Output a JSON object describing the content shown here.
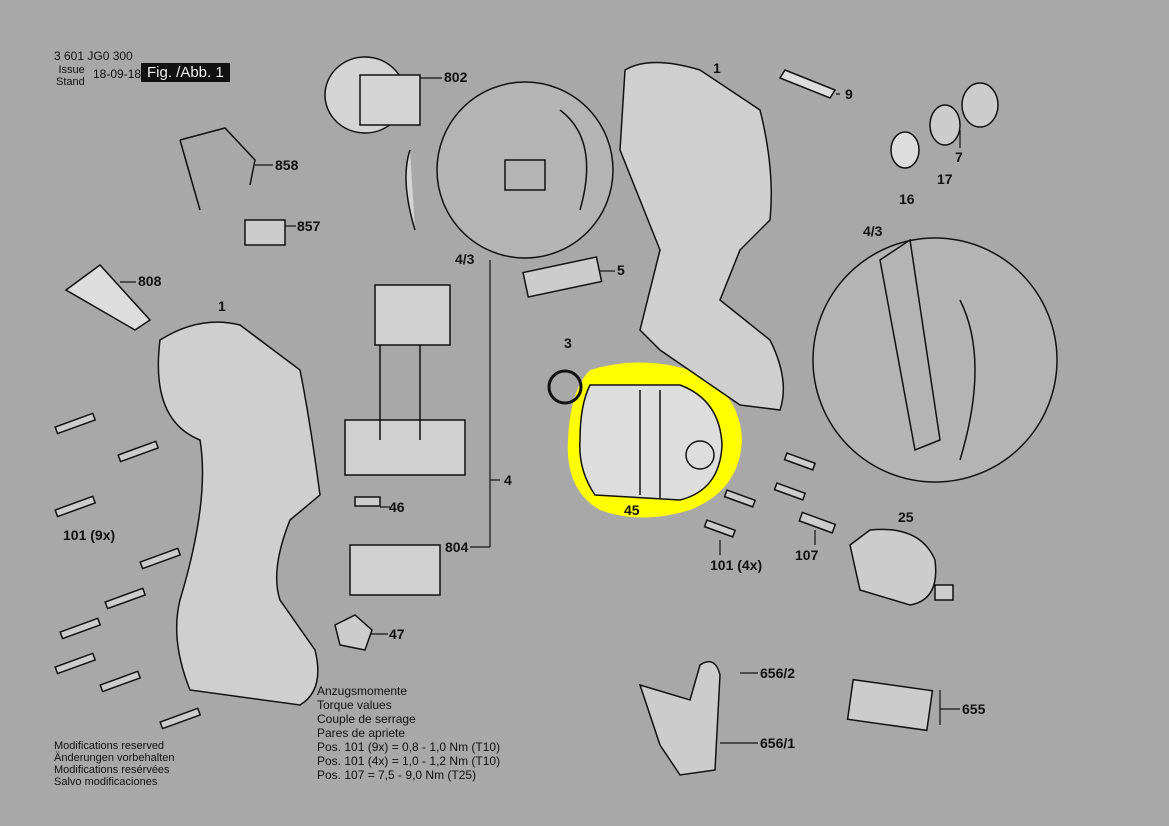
{
  "header": {
    "doc_number": "3 601 JG0 300",
    "issue_label": "Issue",
    "stand_label": "Stand",
    "date": "18-09-18",
    "figure": "Fig. /Abb. 1"
  },
  "parts": [
    {
      "id": "802"
    },
    {
      "id": "858"
    },
    {
      "id": "857"
    },
    {
      "id": "808"
    },
    {
      "id": "1"
    },
    {
      "id": "4/3"
    },
    {
      "id": "5"
    },
    {
      "id": "3"
    },
    {
      "id": "4"
    },
    {
      "id": "46"
    },
    {
      "id": "45"
    },
    {
      "id": "804"
    },
    {
      "id": "47"
    },
    {
      "id": "101 (9x)"
    },
    {
      "id": "101 (4x)"
    },
    {
      "id": "107"
    },
    {
      "id": "25"
    },
    {
      "id": "1"
    },
    {
      "id": "9"
    },
    {
      "id": "7"
    },
    {
      "id": "17"
    },
    {
      "id": "16"
    },
    {
      "id": "4/3"
    },
    {
      "id": "656/2"
    },
    {
      "id": "655"
    },
    {
      "id": "656/1"
    }
  ],
  "highlight_color": "#ffff00",
  "modifications": [
    "Modifications reserved",
    "Änderungen vorbehalten",
    "Modifications resérvées",
    "Salvo modificaciones"
  ],
  "torque": [
    "Anzugsmomente",
    "Torque values",
    "Couple de serrage",
    "Pares de apriete",
    "Pos. 101 (9x) = 0,8 - 1,0 Nm (T10)",
    "Pos. 101 (4x) = 1,0 - 1,2 Nm (T10)",
    "Pos. 107 = 7,5 - 9,0 Nm (T25)"
  ]
}
